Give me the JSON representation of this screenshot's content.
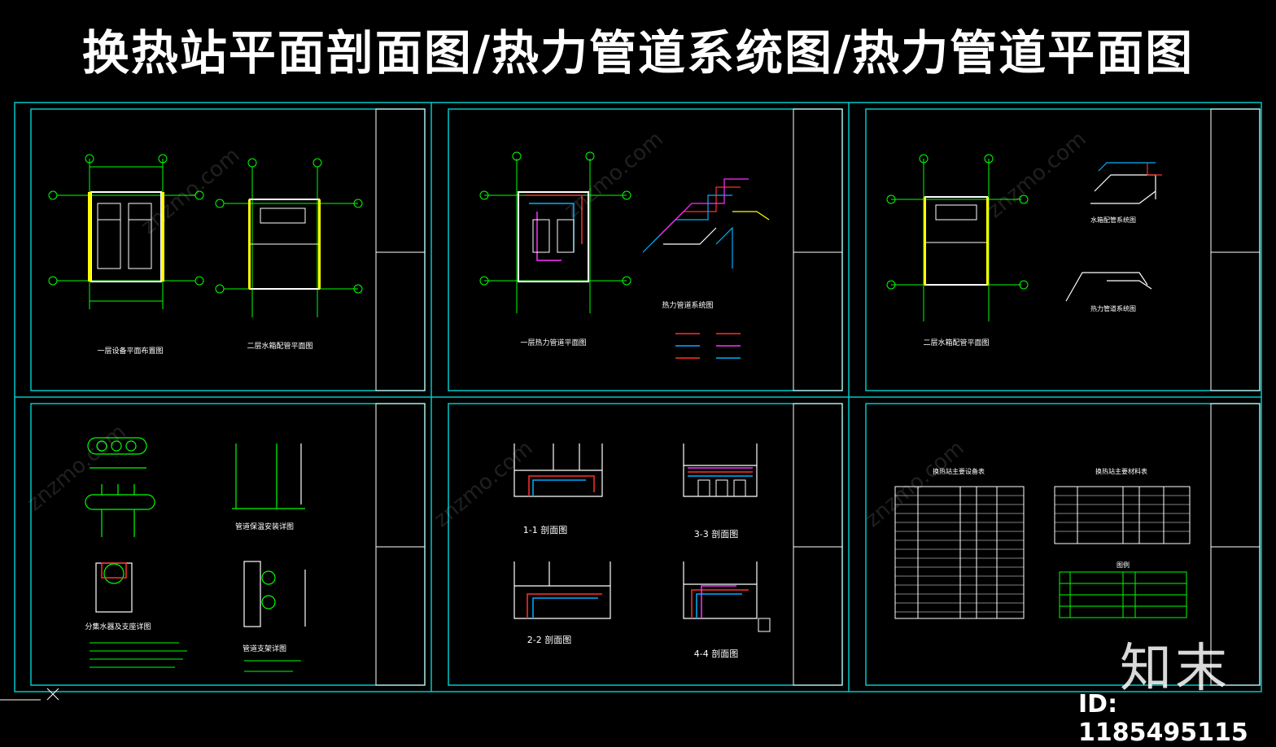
{
  "title": "换热站平面剖面图/热力管道系统图/热力管道平面图",
  "watermark": {
    "text": "znzmo.com"
  },
  "logo": "知末",
  "id_label": "ID: 1185495115",
  "colors": {
    "frame": "#00c8c8",
    "sheet_border": "#ffffff",
    "wall": "#ffffff",
    "dim": "#00ff00",
    "yellow": "#ffff00",
    "hot_pipe": "#ff3030",
    "return_pipe": "#00b0ff",
    "magenta": "#ff30ff"
  },
  "sheets": [
    {
      "id": "s1",
      "labels": [
        "一层设备平面布置图",
        "二层水箱配管平面图"
      ]
    },
    {
      "id": "s2",
      "labels": [
        "一层热力管道平面图",
        "热力管道系统图"
      ]
    },
    {
      "id": "s3",
      "labels": [
        "二层水箱配管平面图",
        "水箱配管系统图",
        "热力管道系统图"
      ]
    },
    {
      "id": "s4",
      "labels": [
        "分集水器及支座详图",
        "管道保温安装详图",
        "管道支架详图"
      ]
    },
    {
      "id": "s5",
      "labels": [
        "1-1 剖面图",
        "3-3 剖面图",
        "2-2 剖面图",
        "4-4 剖面图"
      ]
    },
    {
      "id": "s6",
      "labels": [
        "换热站主要设备表",
        "换热站主要材料表",
        "图例"
      ]
    }
  ]
}
